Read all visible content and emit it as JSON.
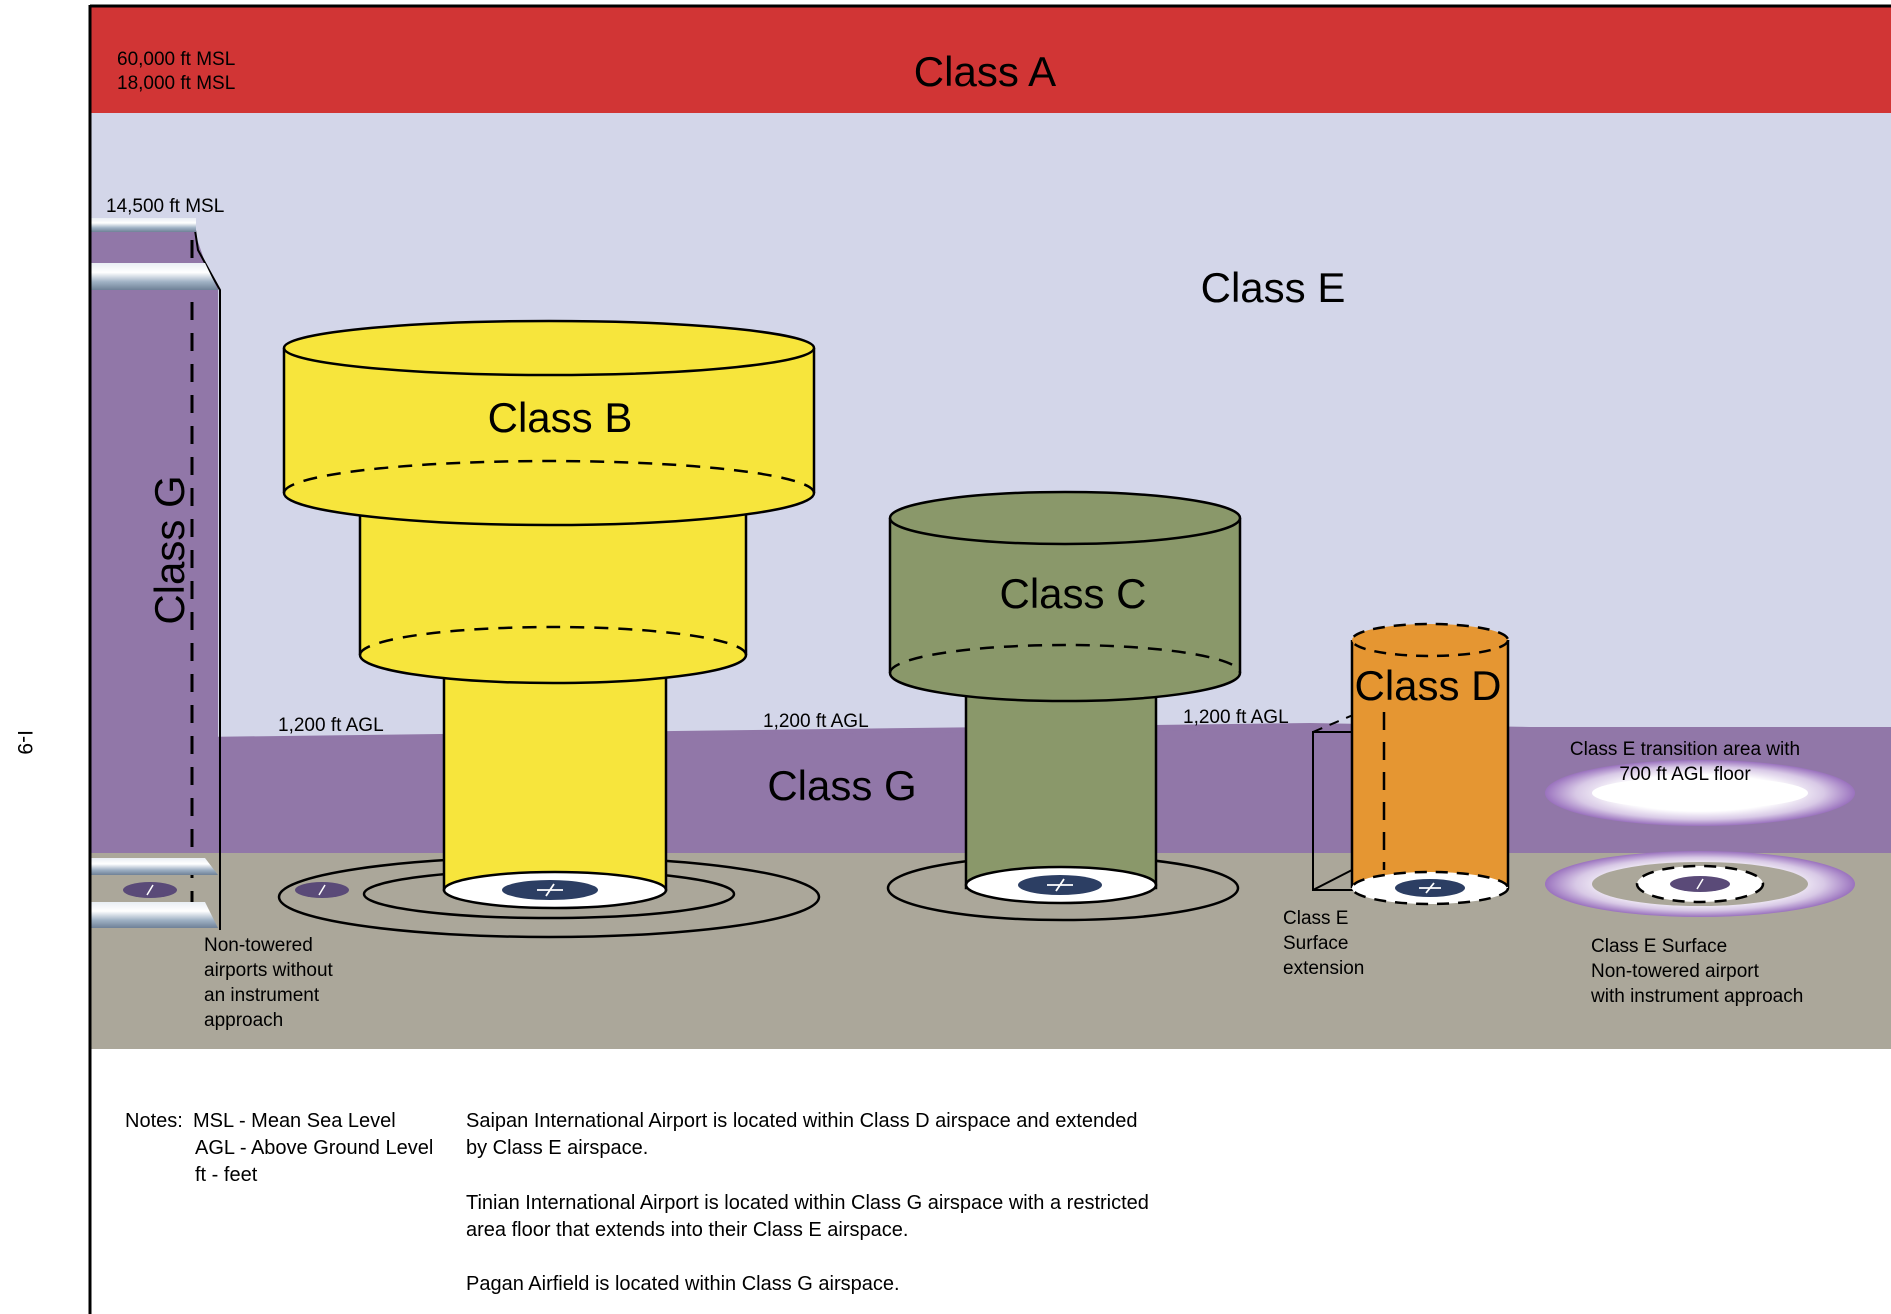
{
  "page_number": "I-9",
  "classes": {
    "a": "Class A",
    "b": "Class B",
    "c": "Class C",
    "d": "Class D",
    "e": "Class E",
    "g_vertical": "Class G",
    "g_middle": "Class G"
  },
  "altitudes": {
    "top": "60,000 ft MSL",
    "class_a_floor": "18,000 ft MSL",
    "mountain": "14,500 ft MSL",
    "agl_1": "1,200 ft AGL",
    "agl_2": "1,200 ft AGL",
    "agl_3": "1,200 ft AGL"
  },
  "labels": {
    "non_towered": [
      "Non-towered",
      "airports without",
      "an instrument",
      "approach"
    ],
    "surface_extension": [
      "Class E",
      "Surface",
      "extension"
    ],
    "transition_area": [
      "Class E transition area with",
      "700 ft AGL floor"
    ],
    "surface_nontowered": [
      "Class E Surface",
      "Non-towered airport",
      "with instrument approach"
    ]
  },
  "notes": {
    "header": "Notes:",
    "definitions": [
      "MSL - Mean Sea Level",
      "AGL - Above Ground Level",
      "ft - feet"
    ],
    "saipan": [
      "Saipan International Airport is located within Class D airspace and extended",
      "by Class E airspace."
    ],
    "tinian": [
      "Tinian International Airport is located within Class G airspace with a restricted",
      "area floor that extends into their Class E airspace."
    ],
    "pagan": "Pagan Airfield is located within Class G airspace."
  },
  "colors": {
    "class_a": "#d13535",
    "class_e": "#d3d6e9",
    "class_g": "#9177a8",
    "ground": "#aba79a",
    "class_b": "#f7e53c",
    "class_c": "#8a986a",
    "class_d": "#e59632",
    "airport_symbol": "#2c3e63"
  }
}
